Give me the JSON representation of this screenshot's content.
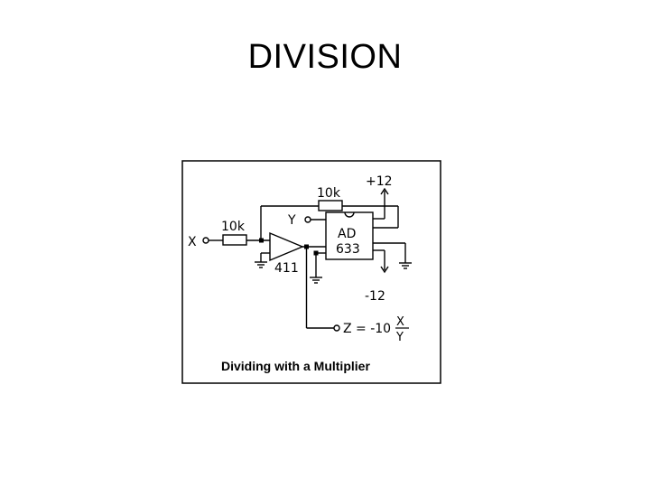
{
  "slide": {
    "title": "DIVISION"
  },
  "diagram": {
    "labels": {
      "feedback_resistor": "10k",
      "positive_supply": "+12",
      "input_resistor": "10k",
      "y_input": "Y",
      "x_input": "X",
      "chip_line1": "AD",
      "chip_line2": "633",
      "opamp": "411",
      "negative_supply": "-12",
      "output_expr": "Z = -10",
      "fraction_numerator": "X",
      "fraction_denominator": "Y"
    },
    "caption": "Dividing with a Multiplier"
  }
}
